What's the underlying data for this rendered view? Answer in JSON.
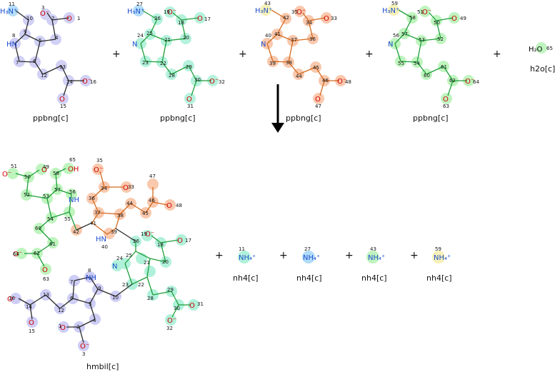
{
  "reactants": [
    {
      "label": "ppbng[c]",
      "numbers": [
        "11",
        "10",
        "8",
        "9",
        "5",
        "4",
        "7",
        "6",
        "12",
        "13",
        "14",
        "15",
        "16",
        "2",
        "3",
        "1"
      ]
    },
    {
      "label": "ppbng[c]",
      "numbers": [
        "27",
        "26",
        "24",
        "25",
        "21",
        "20",
        "19",
        "18",
        "17",
        "23",
        "22",
        "28",
        "29",
        "30",
        "31",
        "32"
      ]
    },
    {
      "label": "ppbng[c]",
      "numbers": [
        "43",
        "42",
        "40",
        "41",
        "37",
        "36",
        "35",
        "34",
        "33",
        "39",
        "38",
        "44",
        "45",
        "46",
        "47",
        "48"
      ]
    },
    {
      "label": "ppbng[c]",
      "numbers": [
        "59",
        "58",
        "56",
        "57",
        "53",
        "52",
        "51",
        "50",
        "49",
        "55",
        "54",
        "60",
        "61",
        "62",
        "63",
        "64"
      ]
    },
    {
      "label": "h2o[c]",
      "numbers": [
        "65"
      ]
    }
  ],
  "products": [
    {
      "label": "hmbil[c]"
    },
    {
      "label": "nh4[c]",
      "number": "11"
    },
    {
      "label": "nh4[c]",
      "number": "27"
    },
    {
      "label": "nh4[c]",
      "number": "43"
    },
    {
      "label": "nh4[c]",
      "number": "59"
    }
  ],
  "operators": {
    "plus": "+"
  },
  "colors": {
    "lavender": "#c9c8f4",
    "teal": "#a8f0d6",
    "orange": "#f9c3a5",
    "green": "#b8f3b8",
    "blue": "#a8d8f8",
    "yellow": "#f5f0b0",
    "nitrogen": "#1f4fd1",
    "oxygen": "#d00000",
    "carbon": "#111111"
  }
}
